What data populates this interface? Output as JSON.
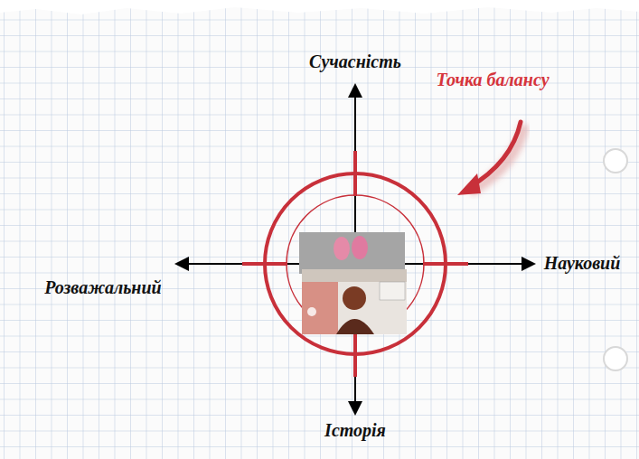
{
  "diagram": {
    "labels": [
      "Сучасність",
      "Точка балансу",
      "Розважальний",
      "Науковий",
      "Історія"
    ]
  }
}
